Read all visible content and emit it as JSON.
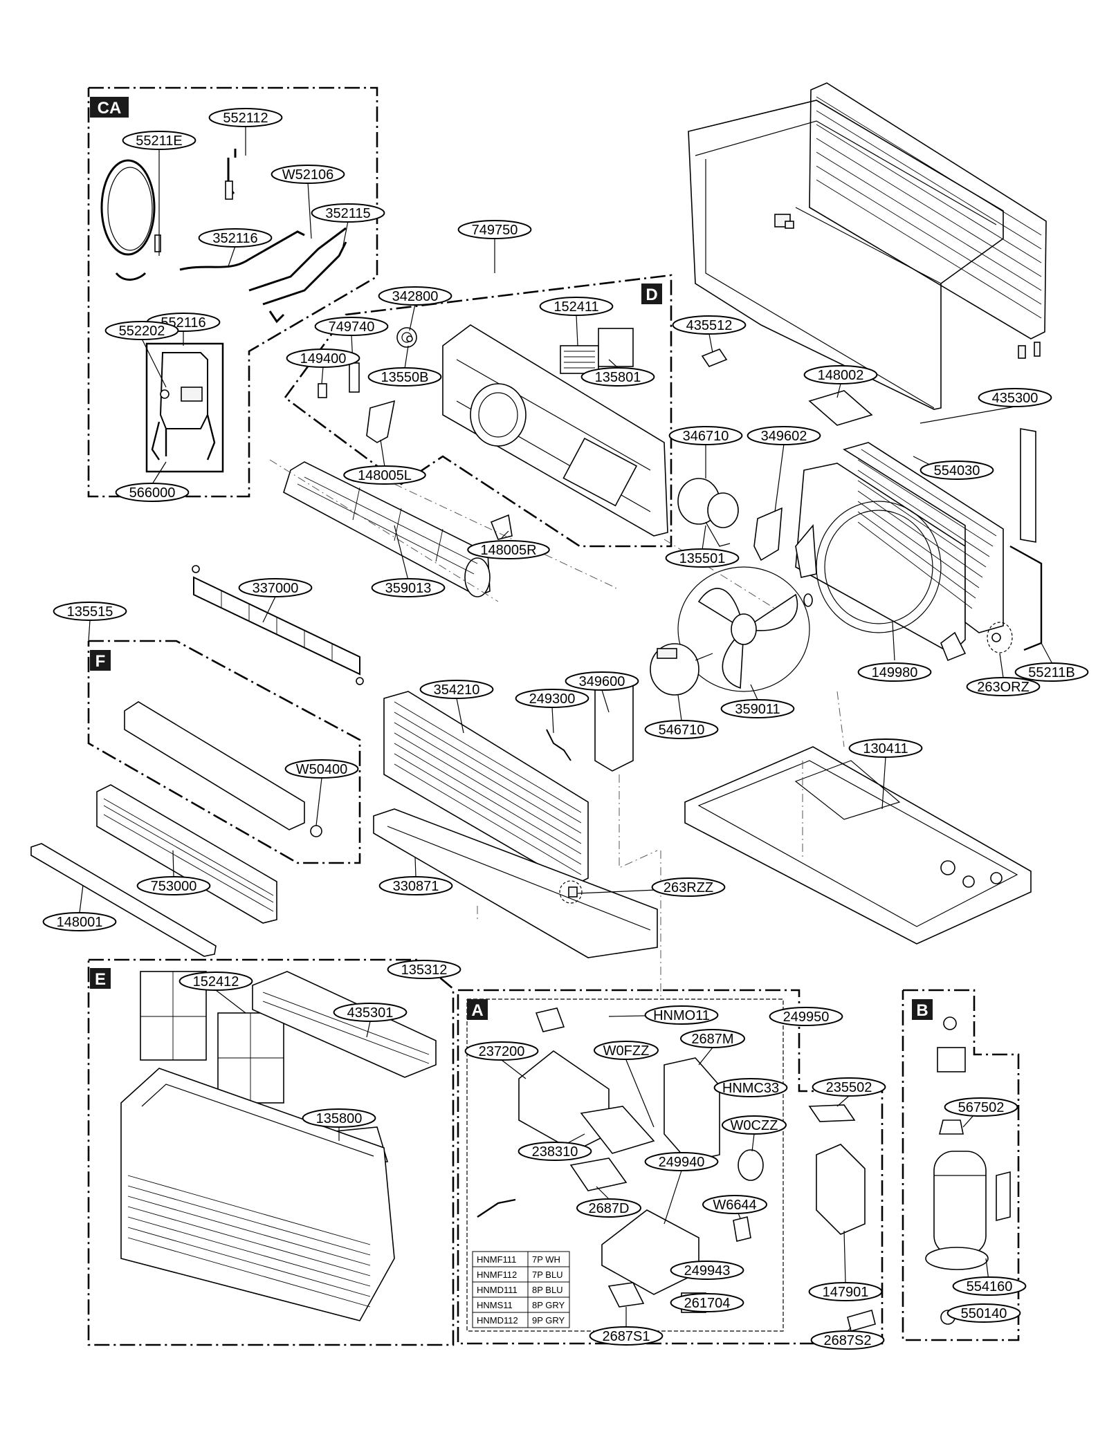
{
  "sections": [
    {
      "id": "sect-ca",
      "label": "CA"
    },
    {
      "id": "sect-d",
      "label": "D"
    },
    {
      "id": "sect-f",
      "label": "F"
    },
    {
      "id": "sect-e",
      "label": "E"
    },
    {
      "id": "sect-a",
      "label": "A"
    },
    {
      "id": "sect-b",
      "label": "B"
    }
  ],
  "part_labels": [
    "552112",
    "55211E",
    "W52106",
    "352115",
    "352116",
    "552116",
    "552202",
    "566000",
    "749750",
    "342800",
    "152411",
    "749740",
    "149400",
    "13550B",
    "135801",
    "148005L",
    "148005R",
    "359013",
    "435512",
    "148002",
    "435300",
    "346710",
    "349602",
    "554030",
    "135501",
    "149980",
    "263ORZ",
    "55211B",
    "359011",
    "349600",
    "249300",
    "546710",
    "354210",
    "337000",
    "135515",
    "W50400",
    "753000",
    "148001",
    "330871",
    "263RZZ",
    "130411",
    "135312",
    "152412",
    "435301",
    "135800",
    "HNMO11",
    "249950",
    "237200",
    "W0FZZ",
    "2687M",
    "HNMC33",
    "W0CZZ",
    "235502",
    "238310",
    "249940",
    "2687D",
    "W6644",
    "249943",
    "261704",
    "2687S1",
    "147901",
    "2687S2",
    "567502",
    "554160",
    "550140"
  ],
  "harness_table": [
    [
      "HNMF111",
      "7P WH"
    ],
    [
      "HNMF112",
      "7P BLU"
    ],
    [
      "HNMD111",
      "8P BLU"
    ],
    [
      "HNMS11",
      "8P GRY"
    ],
    [
      "HNMD112",
      "9P GRY"
    ]
  ]
}
